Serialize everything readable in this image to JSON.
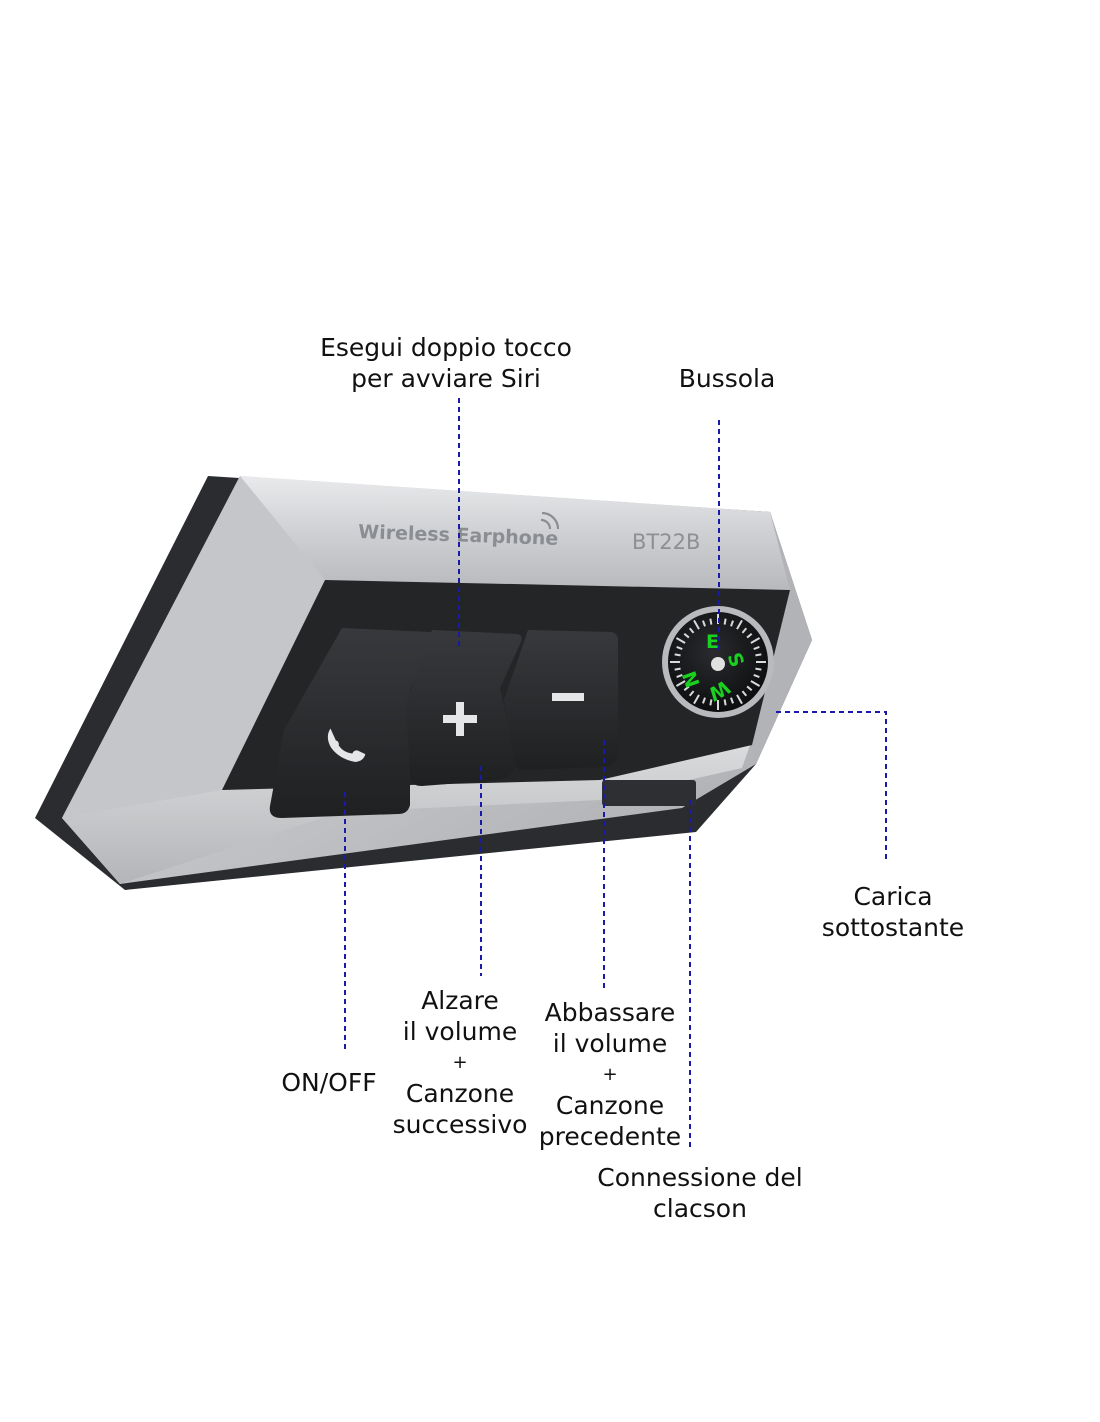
{
  "device": {
    "brand_text": "Wireless Earphone",
    "model_text": "BT22B",
    "compass_letters": [
      "E",
      "S",
      "W",
      "N"
    ]
  },
  "labels": {
    "siri": [
      "Esegui doppio tocco",
      "per avviare Siri"
    ],
    "compass": "Bussola",
    "charge": [
      "Carica",
      "sottostante"
    ],
    "onoff": "ON/OFF",
    "volume_up": [
      "Alzare",
      "il volume",
      "+",
      "Canzone",
      "successivo"
    ],
    "volume_down": [
      "Abbassare",
      "il volume",
      "+",
      "Canzone",
      "precedente"
    ],
    "horn": [
      "Connessione del",
      "clacson"
    ]
  },
  "colors": {
    "leader_line": "#1a1aa8",
    "compass_green": "#19d21f",
    "body_silver": "#c9cacc",
    "button_black": "#2b2c2e"
  }
}
